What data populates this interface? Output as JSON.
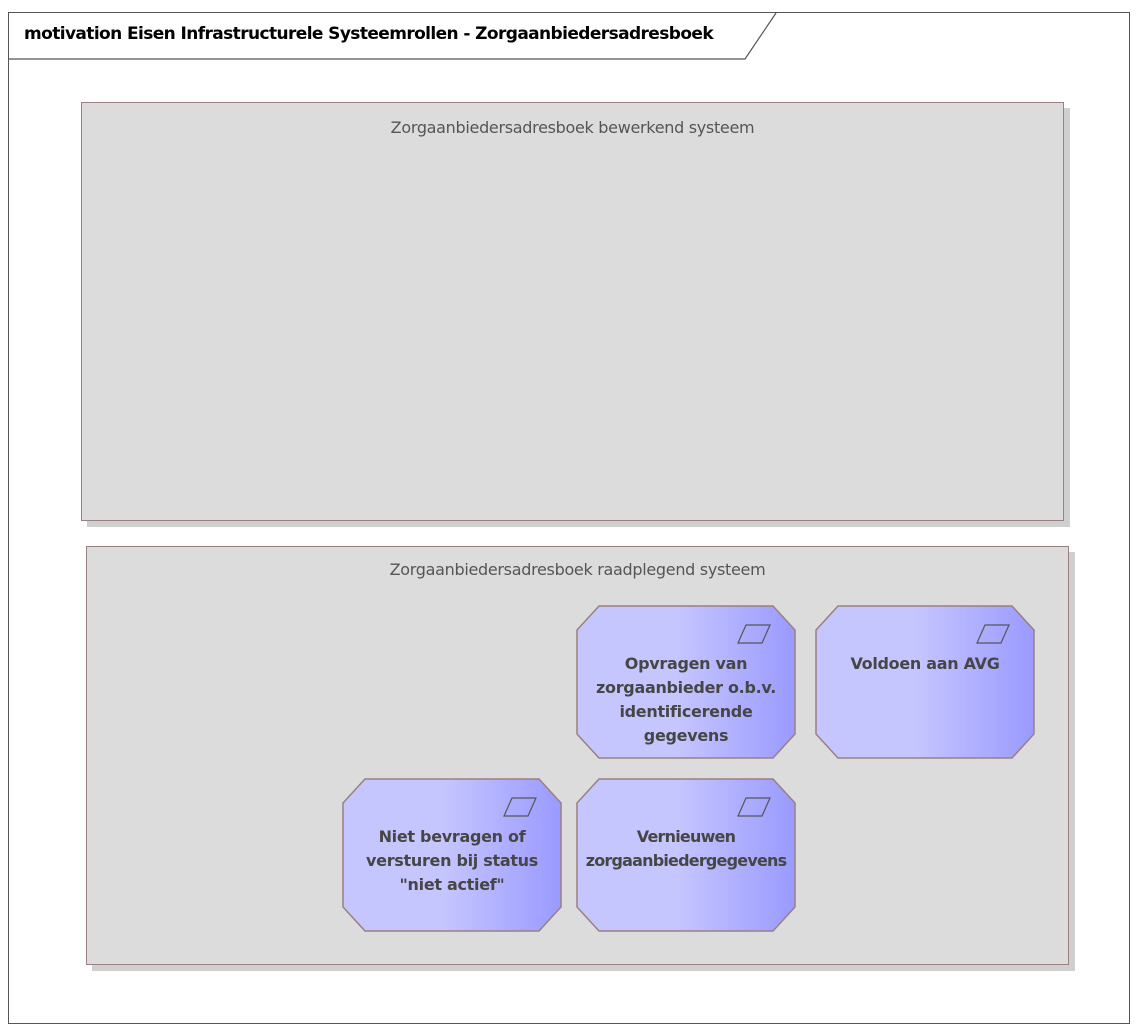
{
  "diagram": {
    "title": "motivation Eisen Infrastructurele Systeemrollen - Zorgaanbiedersadresboek"
  },
  "groups": [
    {
      "label": "Zorgaanbiedersadresboek bewerkend systeem"
    },
    {
      "label": "Zorgaanbiedersadresboek raadplegend systeem"
    }
  ],
  "requirements": [
    {
      "text": "Opvragen van\nzorgaanbieder o.b.v.\nidentificerende\ngegevens"
    },
    {
      "text": "Voldoen aan AVG"
    },
    {
      "text": "Niet bevragen of\nversturen bij status\n\"niet actief\""
    },
    {
      "text": "Vernieuwen\nzorgaanbiedergegevens"
    }
  ],
  "colors": {
    "requirement_fill_light": "#c6c6ff",
    "requirement_fill_dark": "#9d9dff",
    "requirement_border": "#9c7f80",
    "group_fill": "#dcdcdc",
    "group_border": "#9c7f80"
  },
  "icons": {
    "requirement": "parallelogram-icon"
  }
}
